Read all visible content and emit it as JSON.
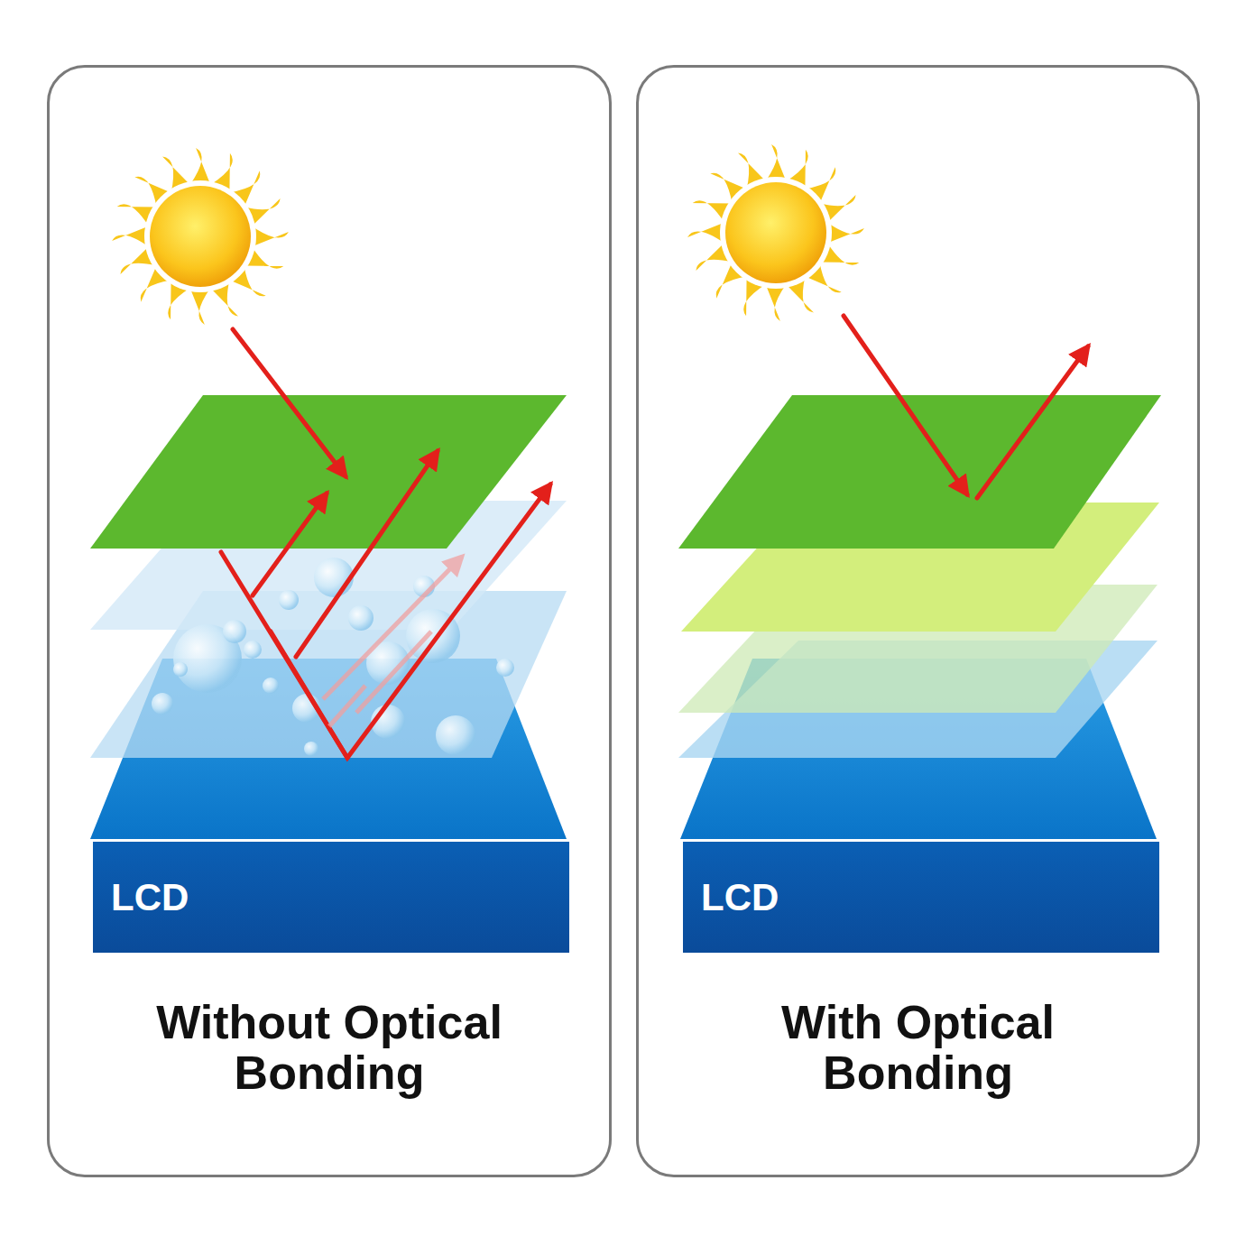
{
  "diagram": {
    "nodes": [
      {
        "text": [
          "Without Optical Bonding"
        ]
      },
      {
        "text": [
          "LCD"
        ],
        "in": 0
      },
      {
        "text": [
          "With Optical Bonding"
        ]
      },
      {
        "text": [
          "LCD"
        ],
        "in": 2
      }
    ]
  }
}
